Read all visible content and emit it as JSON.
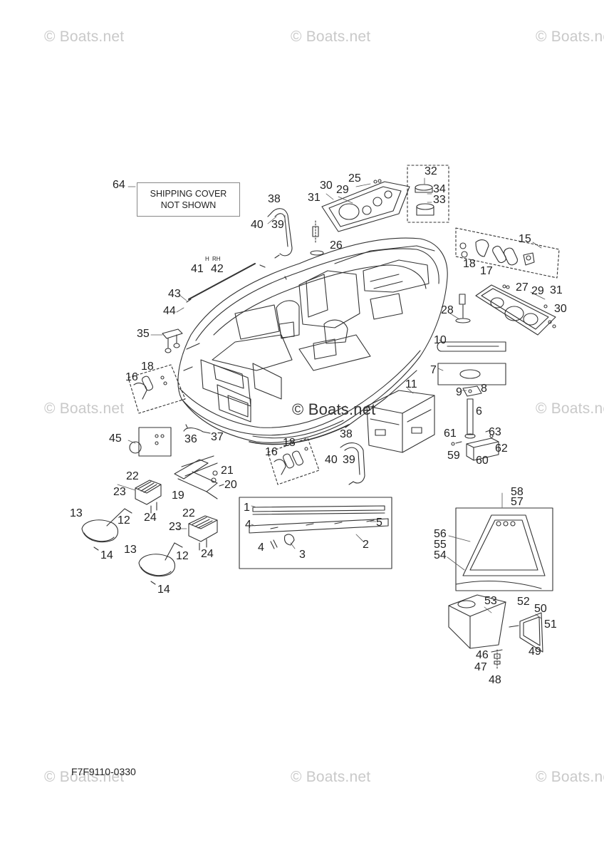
{
  "watermark": {
    "text": "© Boats.net"
  },
  "note": {
    "line1": "SHIPPING COVER",
    "line2": "NOT SHOWN"
  },
  "diagram_code": "F7F9110-0330",
  "callouts": [
    "64",
    "38",
    "40",
    "39",
    "30",
    "31",
    "29",
    "25",
    "32",
    "34",
    "33",
    "26",
    "15",
    "18",
    "17",
    "41",
    "42",
    "27",
    "29",
    "31",
    "30",
    "43",
    "44",
    "28",
    "35",
    "10",
    "18",
    "16",
    "7",
    "11",
    "9",
    "8",
    "6",
    "45",
    "36",
    "37",
    "38",
    "16",
    "18",
    "40",
    "39",
    "61",
    "63",
    "59",
    "62",
    "60",
    "22",
    "21",
    "23",
    "20",
    "19",
    "13",
    "24",
    "12",
    "1",
    "4",
    "5",
    "58",
    "57",
    "22",
    "23",
    "14",
    "2",
    "4",
    "3",
    "56",
    "55",
    "54",
    "13",
    "24",
    "12",
    "14",
    "53",
    "52",
    "50",
    "51",
    "49",
    "46",
    "47",
    "48"
  ],
  "side_labels": [
    "H",
    "RH"
  ]
}
